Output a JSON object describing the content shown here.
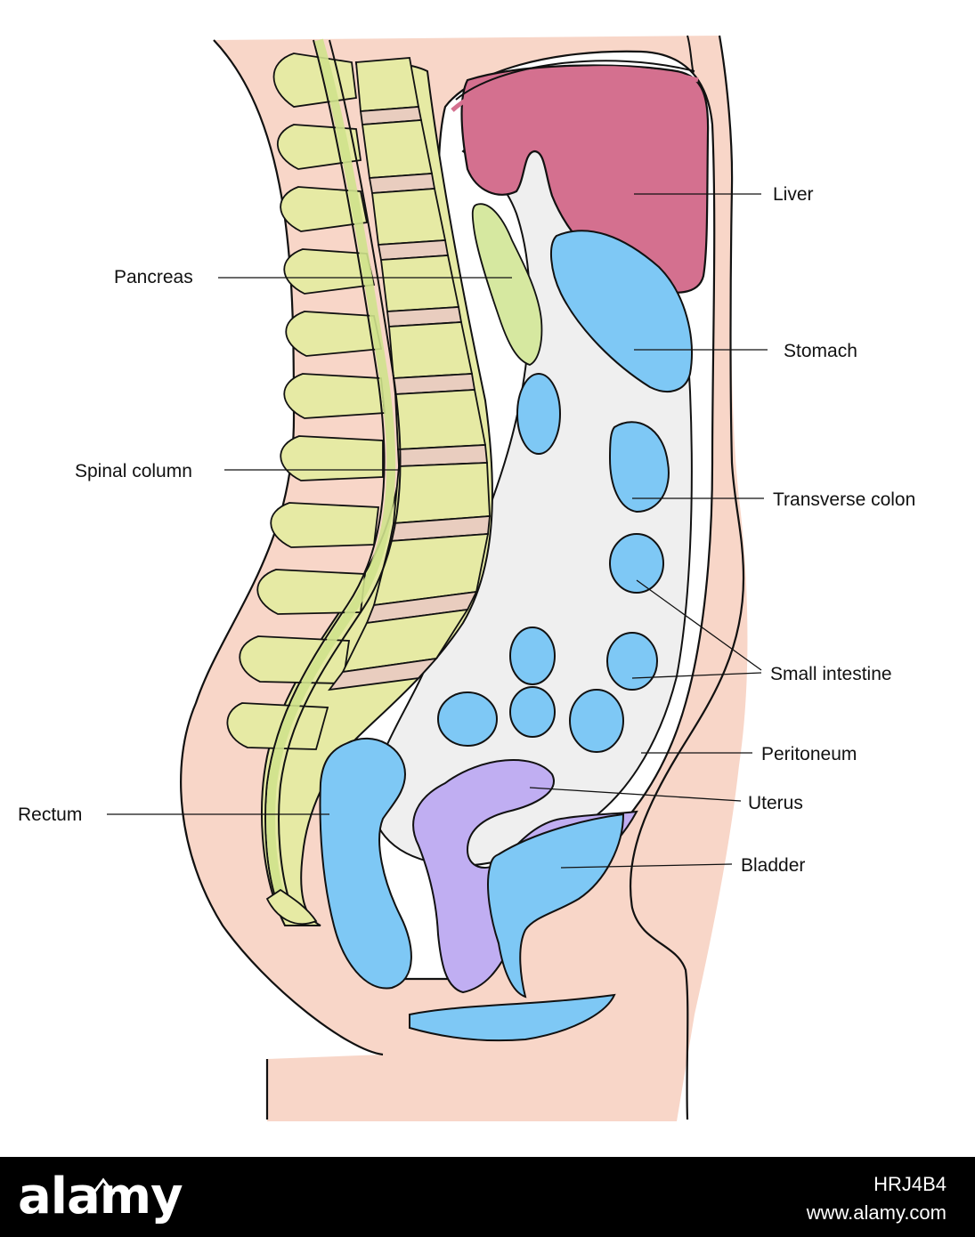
{
  "diagram": {
    "labels": {
      "liver": "Liver",
      "pancreas": "Pancreas",
      "stomach": "Stomach",
      "spinal_column": "Spinal column",
      "transverse_colon": "Transverse colon",
      "small_intestine": "Small intestine",
      "peritoneum": "Peritoneum",
      "rectum": "Rectum",
      "uterus": "Uterus",
      "bladder": "Bladder"
    },
    "colors": {
      "skin": "#f8d6c8",
      "bone": "#e6eaa4",
      "disc": "#e9cdbf",
      "liver": "#d4708f",
      "hollow_organ": "#7ec8f5",
      "uterus": "#c0aef2",
      "pancreas": "#d6e8a0",
      "outline": "#111111"
    }
  },
  "watermark": {
    "brand": "alamy",
    "image_id": "HRJ4B4",
    "url": "www.alamy.com"
  }
}
